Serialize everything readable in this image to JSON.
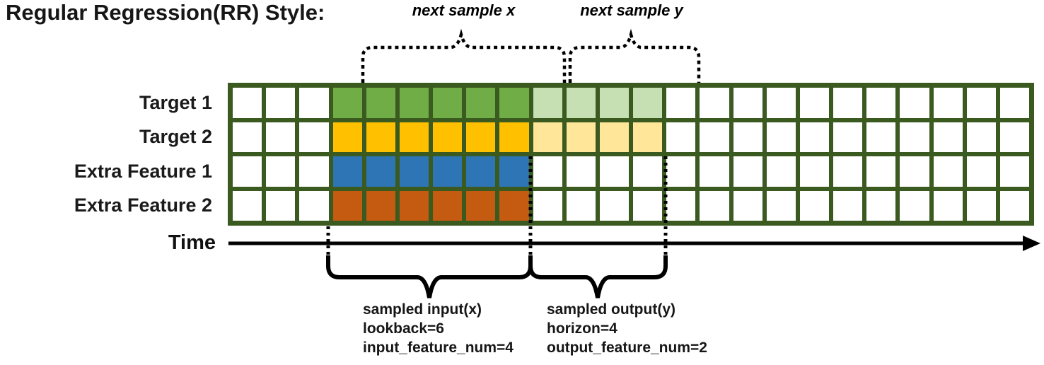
{
  "title": "Regular Regression(RR) Style:",
  "annotations": {
    "next_sample_x": "next sample x",
    "next_sample_y": "next sample y",
    "sampled_input": [
      "sampled input(x)",
      "lookback=6",
      "input_feature_num=4"
    ],
    "sampled_output": [
      "sampled output(y)",
      "horizon=4",
      "output_feature_num=2"
    ]
  },
  "time_axis": {
    "label": "Time"
  },
  "diagram_data": {
    "lookback": 6,
    "horizon": 4,
    "input_feature_num": 4,
    "output_feature_num": 2,
    "total_timesteps_shown": 24,
    "leading_empty_timesteps": 3
  },
  "colors": {
    "grid_border": "#3A5A20",
    "annotation_ink": "#000000",
    "target1_input": "#70AD47",
    "target1_output": "#C6E0B4",
    "target2_input": "#FFC000",
    "target2_output": "#FFE699",
    "extra_feature1_input": "#2E75B6",
    "extra_feature2_input": "#C55A11"
  },
  "grid": {
    "palette": {
      "empty": "#FFFFFF",
      "green": "#70AD47",
      "green_light": "#C6E0B4",
      "gold": "#FFC000",
      "gold_light": "#FFE699",
      "blue": "#2E75B6",
      "orange": "#C55A11"
    },
    "rows": [
      {
        "label": "Target 1",
        "cells": [
          "empty",
          "empty",
          "empty",
          "green",
          "green",
          "green",
          "green",
          "green",
          "green",
          "green_light",
          "green_light",
          "green_light",
          "green_light",
          "empty",
          "empty",
          "empty",
          "empty",
          "empty",
          "empty",
          "empty",
          "empty",
          "empty",
          "empty",
          "empty"
        ]
      },
      {
        "label": "Target 2",
        "cells": [
          "empty",
          "empty",
          "empty",
          "gold",
          "gold",
          "gold",
          "gold",
          "gold",
          "gold",
          "gold_light",
          "gold_light",
          "gold_light",
          "gold_light",
          "empty",
          "empty",
          "empty",
          "empty",
          "empty",
          "empty",
          "empty",
          "empty",
          "empty",
          "empty",
          "empty"
        ]
      },
      {
        "label": "Extra Feature 1",
        "cells": [
          "empty",
          "empty",
          "empty",
          "blue",
          "blue",
          "blue",
          "blue",
          "blue",
          "blue",
          "empty",
          "empty",
          "empty",
          "empty",
          "empty",
          "empty",
          "empty",
          "empty",
          "empty",
          "empty",
          "empty",
          "empty",
          "empty",
          "empty",
          "empty"
        ]
      },
      {
        "label": "Extra Feature 2",
        "cells": [
          "empty",
          "empty",
          "empty",
          "orange",
          "orange",
          "orange",
          "orange",
          "orange",
          "orange",
          "empty",
          "empty",
          "empty",
          "empty",
          "empty",
          "empty",
          "empty",
          "empty",
          "empty",
          "empty",
          "empty",
          "empty",
          "empty",
          "empty",
          "empty"
        ]
      }
    ]
  }
}
